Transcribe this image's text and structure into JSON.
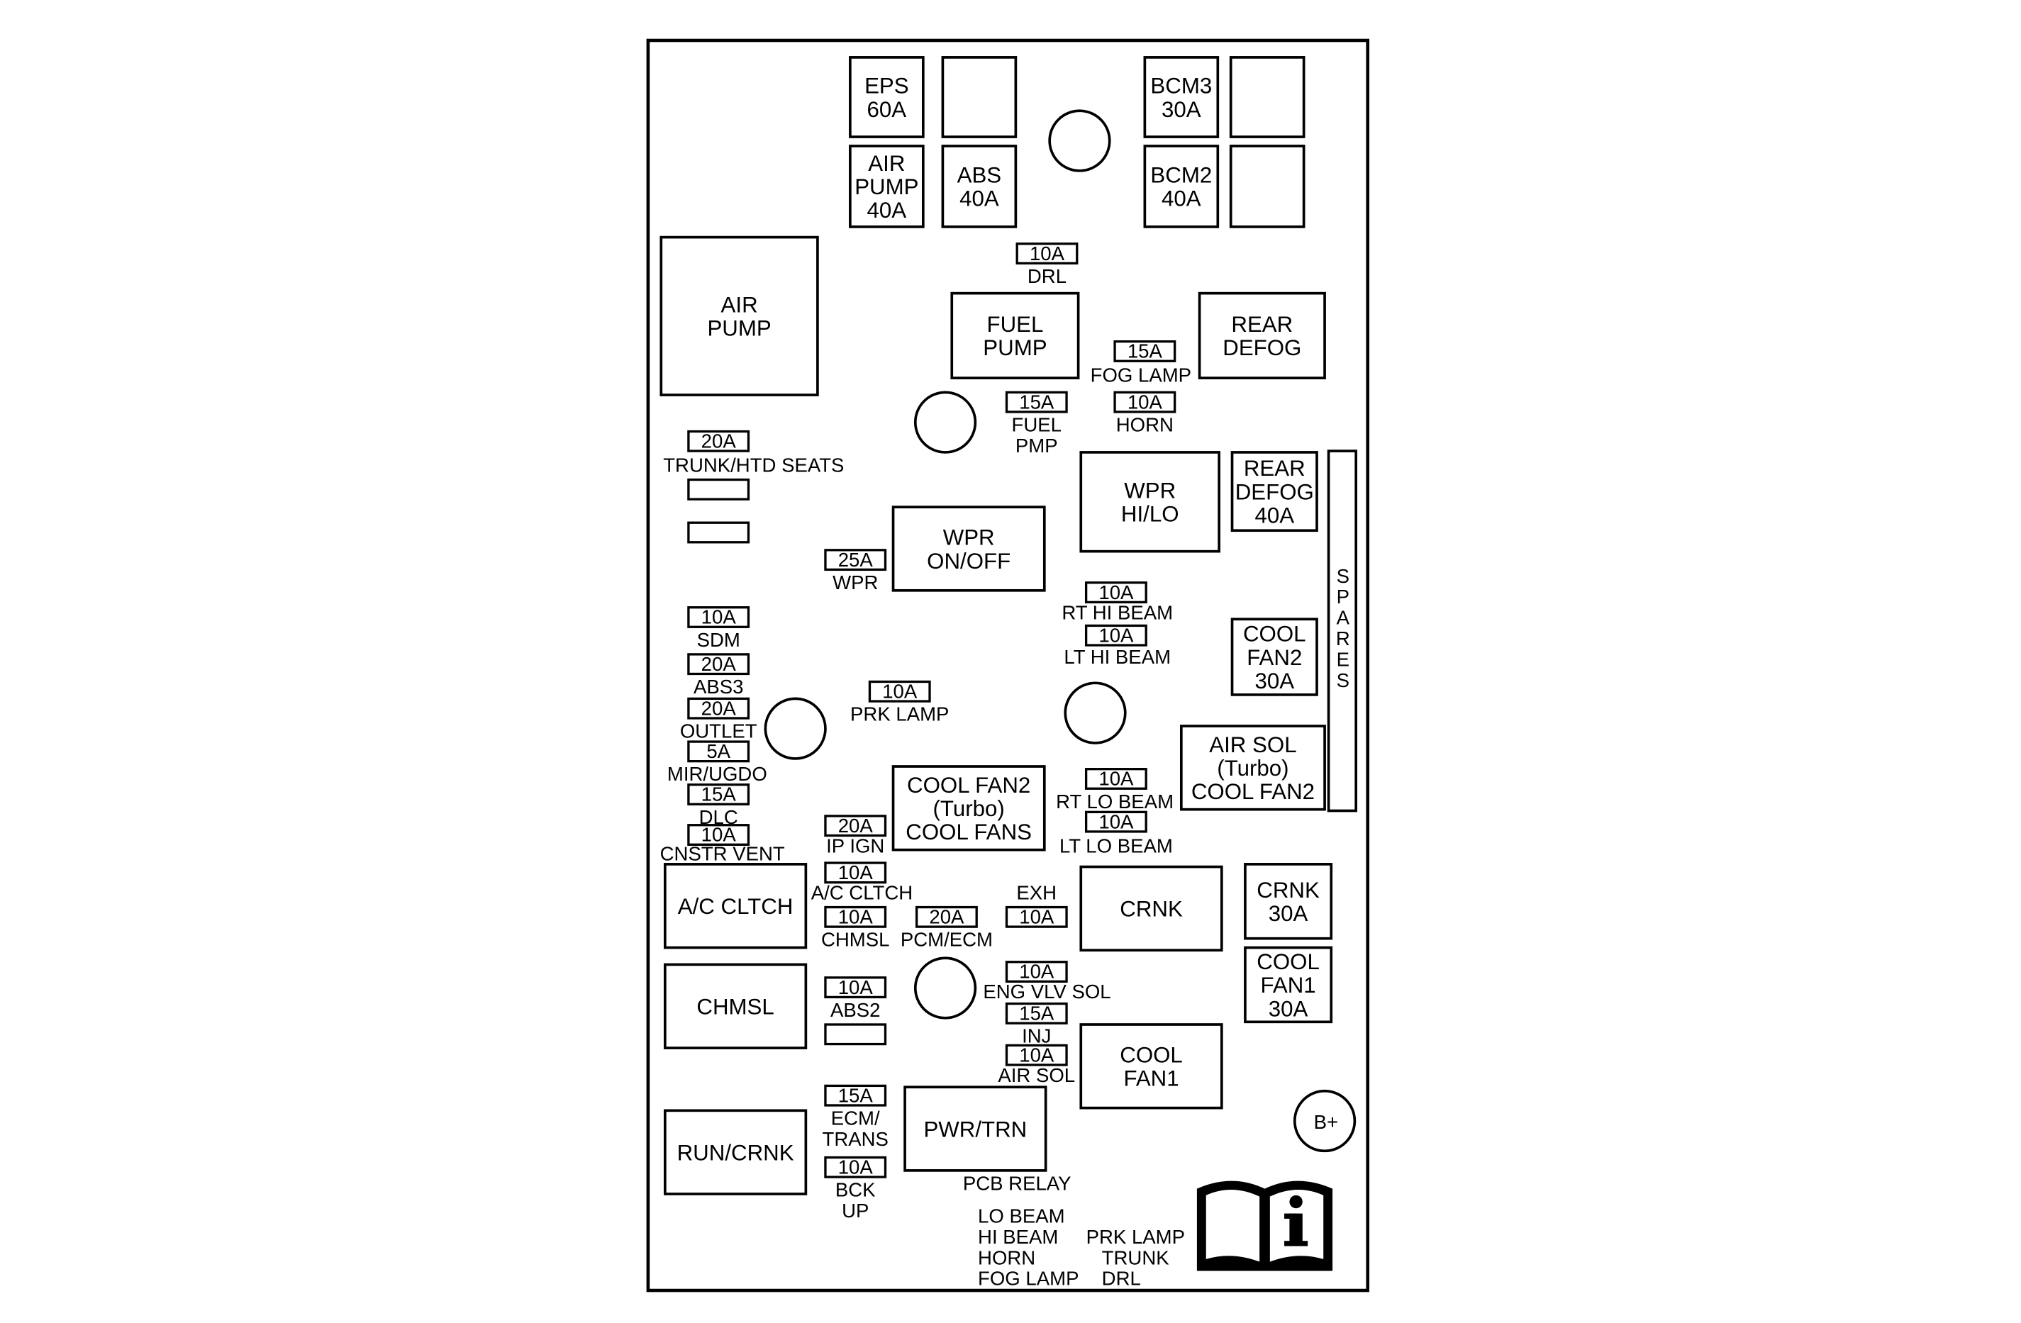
{
  "boxes": [
    {
      "id": "eps-60a",
      "kind": "maxi-fuse",
      "lines": [
        "EPS",
        "60A"
      ]
    },
    {
      "id": "empty-top-1",
      "kind": "maxi-fuse",
      "lines": []
    },
    {
      "id": "bcm3-30a",
      "kind": "maxi-fuse",
      "lines": [
        "BCM3",
        "30A"
      ]
    },
    {
      "id": "empty-top-2",
      "kind": "maxi-fuse",
      "lines": []
    },
    {
      "id": "air-pump-40a",
      "kind": "maxi-fuse",
      "lines": [
        "AIR",
        "PUMP",
        "40A"
      ]
    },
    {
      "id": "abs-40a",
      "kind": "maxi-fuse",
      "lines": [
        "ABS",
        "40A"
      ]
    },
    {
      "id": "bcm2-40a",
      "kind": "maxi-fuse",
      "lines": [
        "BCM2",
        "40A"
      ]
    },
    {
      "id": "empty-top-3",
      "kind": "maxi-fuse",
      "lines": []
    },
    {
      "id": "air-pump-relay",
      "kind": "relay",
      "lines": [
        "AIR",
        "PUMP"
      ]
    },
    {
      "id": "fuel-pump-relay",
      "kind": "relay",
      "lines": [
        "FUEL",
        "PUMP"
      ]
    },
    {
      "id": "rear-defog-relay",
      "kind": "relay",
      "lines": [
        "REAR",
        "DEFOG"
      ]
    },
    {
      "id": "wpr-hi-lo-relay",
      "kind": "relay",
      "lines": [
        "WPR",
        "HI/LO"
      ]
    },
    {
      "id": "rear-defog-40a",
      "kind": "maxi-fuse",
      "lines": [
        "REAR",
        "DEFOG",
        "40A"
      ]
    },
    {
      "id": "wpr-on-off-relay",
      "kind": "relay",
      "lines": [
        "WPR",
        "ON/OFF"
      ]
    },
    {
      "id": "cool-fan2-30a",
      "kind": "maxi-fuse",
      "lines": [
        "COOL",
        "FAN2",
        "30A"
      ]
    },
    {
      "id": "air-sol-relay",
      "kind": "relay",
      "lines": [
        "AIR SOL",
        "(Turbo)",
        "COOL FAN2"
      ]
    },
    {
      "id": "cool-fan2-relay",
      "kind": "relay",
      "lines": [
        "COOL FAN2",
        "(Turbo)",
        "COOL FANS"
      ]
    },
    {
      "id": "ac-clutch-relay",
      "kind": "relay",
      "lines": [
        "A/C CLTCH"
      ]
    },
    {
      "id": "crank-relay",
      "kind": "relay",
      "lines": [
        "CRNK"
      ]
    },
    {
      "id": "crnk-30a",
      "kind": "maxi-fuse",
      "lines": [
        "CRNK",
        "30A"
      ]
    },
    {
      "id": "cool-fan1-30a",
      "kind": "maxi-fuse",
      "lines": [
        "COOL",
        "FAN1",
        "30A"
      ]
    },
    {
      "id": "chmsl-relay",
      "kind": "relay",
      "lines": [
        "CHMSL"
      ]
    },
    {
      "id": "cool-fan1-relay",
      "kind": "relay",
      "lines": [
        "COOL",
        "FAN1"
      ]
    },
    {
      "id": "pwr-trn-relay",
      "kind": "relay",
      "lines": [
        "PWR/TRN"
      ]
    },
    {
      "id": "run-crank-relay",
      "kind": "relay",
      "lines": [
        "RUN/CRNK"
      ]
    }
  ],
  "mini_fuses": [
    {
      "id": "drl",
      "amp": "10A",
      "label": [
        "DRL"
      ]
    },
    {
      "id": "fog-lamp",
      "amp": "15A",
      "label": [
        "FOG LAMP"
      ]
    },
    {
      "id": "fuel-pmp",
      "amp": "15A",
      "label": [
        "FUEL",
        "PMP"
      ]
    },
    {
      "id": "horn",
      "amp": "10A",
      "label": [
        "HORN"
      ]
    },
    {
      "id": "trunk-htd-seats",
      "amp": "20A",
      "label": [
        "TRUNK/HTD SEATS"
      ]
    },
    {
      "id": "blank-1",
      "amp": "",
      "label": []
    },
    {
      "id": "blank-2",
      "amp": "",
      "label": []
    },
    {
      "id": "wpr",
      "amp": "25A",
      "label": [
        "WPR"
      ]
    },
    {
      "id": "rt-hi-beam",
      "amp": "10A",
      "label": [
        "RT HI BEAM"
      ]
    },
    {
      "id": "lt-hi-beam",
      "amp": "10A",
      "label": [
        "LT HI BEAM"
      ]
    },
    {
      "id": "sdm",
      "amp": "10A",
      "label": [
        "SDM"
      ]
    },
    {
      "id": "abs3",
      "amp": "20A",
      "label": [
        "ABS3"
      ]
    },
    {
      "id": "prk-lamp",
      "amp": "10A",
      "label": [
        "PRK LAMP"
      ]
    },
    {
      "id": "outlet",
      "amp": "20A",
      "label": [
        "OUTLET"
      ]
    },
    {
      "id": "mir-ugdo",
      "amp": "5A",
      "label": [
        "MIR/UGDO"
      ]
    },
    {
      "id": "dlc",
      "amp": "15A",
      "label": [
        "DLC"
      ]
    },
    {
      "id": "rt-lo-beam",
      "amp": "10A",
      "label": [
        "RT LO BEAM"
      ]
    },
    {
      "id": "lt-lo-beam",
      "amp": "10A",
      "label": [
        "LT LO BEAM"
      ]
    },
    {
      "id": "cnstr-vent",
      "amp": "10A",
      "label": [
        "CNSTR VENT"
      ]
    },
    {
      "id": "ip-ign",
      "amp": "20A",
      "label": [
        "IP IGN"
      ]
    },
    {
      "id": "ac-cltch",
      "amp": "10A",
      "label": [
        "A/C CLTCH"
      ]
    },
    {
      "id": "exh",
      "amp": "10A",
      "label": [
        "EXH"
      ]
    },
    {
      "id": "chmsl",
      "amp": "10A",
      "label": [
        "CHMSL"
      ]
    },
    {
      "id": "pcm-ecm",
      "amp": "20A",
      "label": [
        "PCM/ECM"
      ]
    },
    {
      "id": "eng-vlv-sol",
      "amp": "10A",
      "label": [
        "ENG VLV SOL"
      ]
    },
    {
      "id": "abs2",
      "amp": "10A",
      "label": [
        "ABS2"
      ]
    },
    {
      "id": "inj",
      "amp": "15A",
      "label": [
        "INJ"
      ]
    },
    {
      "id": "blank-3",
      "amp": "",
      "label": []
    },
    {
      "id": "air-sol",
      "amp": "10A",
      "label": [
        "AIR SOL"
      ]
    },
    {
      "id": "ecm-trans",
      "amp": "15A",
      "label": [
        "ECM/",
        "TRANS"
      ]
    },
    {
      "id": "bck-up",
      "amp": "10A",
      "label": [
        "BCK",
        "UP"
      ]
    }
  ],
  "spares_label": [
    "S",
    "P",
    "A",
    "R",
    "E",
    "S"
  ],
  "b_plus_label": "B+",
  "pcb_relay_label": "PCB RELAY",
  "pcb_relay_list_left": [
    "LO BEAM",
    "HI BEAM",
    "HORN",
    "FOG LAMP"
  ],
  "pcb_relay_list_right": [
    "PRK LAMP",
    "TRUNK",
    "DRL"
  ],
  "info_icon": "owner-manual-info-icon"
}
